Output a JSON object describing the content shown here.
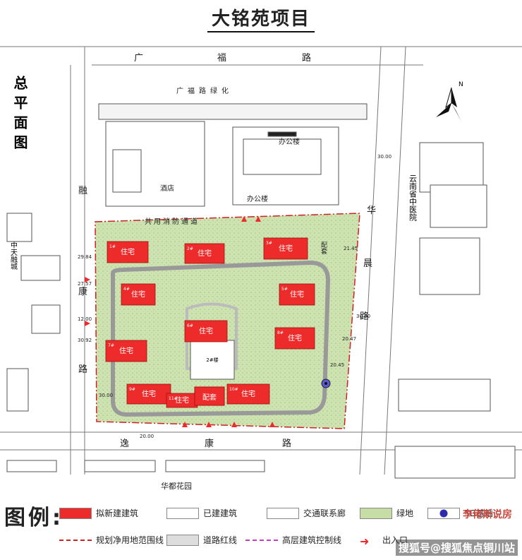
{
  "title": "大铭苑项目",
  "plan_label": "总平面图",
  "roads": {
    "north": "广福路",
    "north_green": "广福路绿化",
    "east": "华晨路",
    "south": "逸康路",
    "west": "融康路"
  },
  "neighbors": {
    "west_community": "中天融城",
    "east_hospital": "云南省中医院",
    "south_community": "华都花园",
    "hotel": "酒店",
    "office1": "办公楼",
    "office2": "办公楼",
    "fire_lane": "共用消防通道"
  },
  "compass": "N",
  "dimensions": [
    "30.00",
    "29.84",
    "27.57",
    "12.00",
    "30.92",
    "30.00",
    "20.00",
    "30.00",
    "21.45",
    "20.47",
    "20.45"
  ],
  "buildings": [
    {
      "label": "住宅",
      "code": "1#"
    },
    {
      "label": "住宅",
      "code": "2#"
    },
    {
      "label": "住宅",
      "code": "3#"
    },
    {
      "label": "住宅",
      "code": "4#"
    },
    {
      "label": "住宅",
      "code": "5#"
    },
    {
      "label": "住宅",
      "code": "6#"
    },
    {
      "label": "住宅",
      "code": "7#"
    },
    {
      "label": "住宅",
      "code": "8#"
    },
    {
      "label": "住宅",
      "code": "9#"
    },
    {
      "label": "住宅",
      "code": "10#"
    },
    {
      "label": "住宅",
      "code": "11#"
    }
  ],
  "peitao_a": "配套",
  "peitao_b": "配套",
  "center_code": "2#楼",
  "legend": {
    "title": "图例:",
    "items": [
      {
        "label": "拟新建建筑",
        "color": "#ee2b2b"
      },
      {
        "label": "已建建筑",
        "color": "#ffffff"
      },
      {
        "label": "交通联系廊",
        "color": "#ffffff"
      },
      {
        "label": "绿地",
        "color": "#c6dea6"
      },
      {
        "label": "5G基站",
        "color": "#2c2ca8"
      },
      {
        "label": "规划净用地范围线",
        "color": "#cc2222"
      },
      {
        "label": "道路红线",
        "color": "#999999"
      },
      {
        "label": "高层建筑控制线",
        "color": "#c03ec0"
      },
      {
        "label": "出入口",
        "color": "#ee2b2b"
      }
    ]
  },
  "watermark": "李佬斯说房",
  "watermark2": "搜狐号@搜狐焦点铜川站"
}
